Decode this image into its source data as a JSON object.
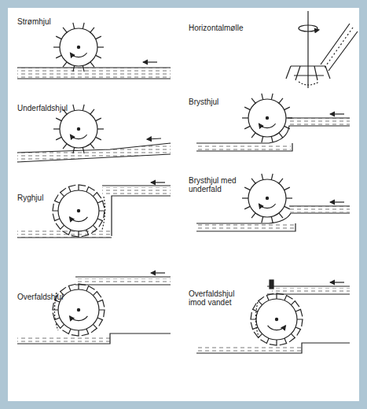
{
  "diagram": {
    "labels": [
      "Strømhjul",
      "Horizontalmølle",
      "Underfaldshjul",
      "Brysthjul",
      "Ryghjul",
      "Brysthjul med underfald",
      "Overfaldshjul",
      "Overfaldshjul imod vandet"
    ]
  }
}
